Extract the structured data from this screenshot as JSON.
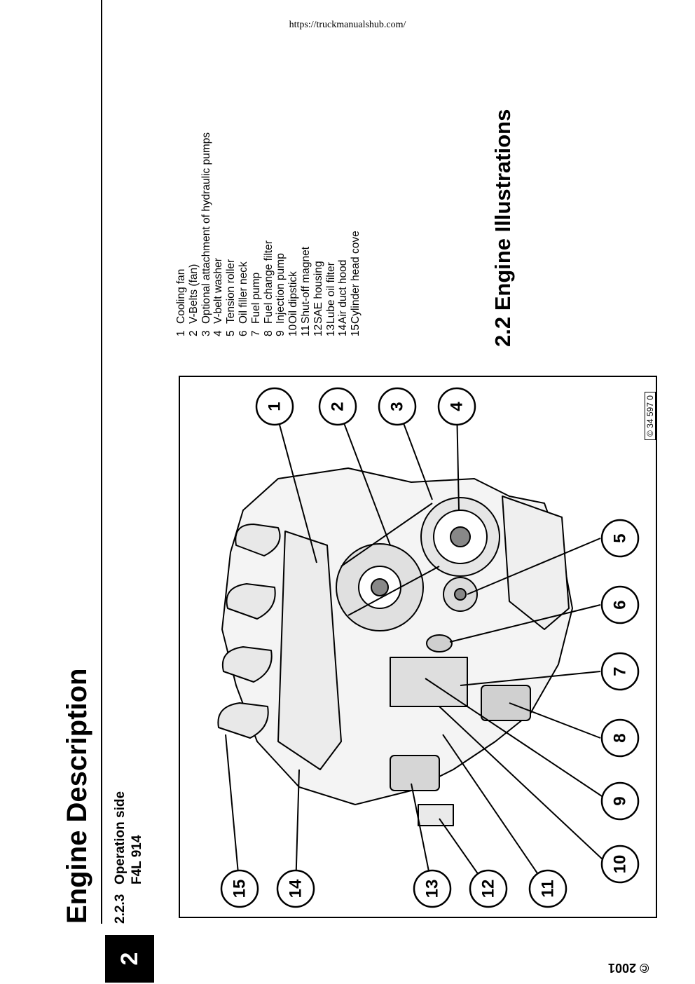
{
  "url": "https://truckmanualshub.com/",
  "section_title": "Engine Description",
  "chapter_title": "2.2  Engine  Illustrations",
  "subsection": {
    "number": "2.2.3",
    "title": "Operation side",
    "model": "F4L 914"
  },
  "chapter_badge": "2",
  "copyright": "© 2001",
  "figure_id": "© 34 597  0",
  "legend": [
    {
      "num": "1",
      "text": "Cooling fan"
    },
    {
      "num": "2",
      "text": "V-Belts  (fan)"
    },
    {
      "num": "3",
      "text": "Optional  attachment of hydraulic pumps"
    },
    {
      "num": "4",
      "text": "V-belt  washer"
    },
    {
      "num": "5",
      "text": "Tension roller"
    },
    {
      "num": "6",
      "text": "Oil filler neck"
    },
    {
      "num": "7",
      "text": "Fuel pump"
    },
    {
      "num": "8",
      "text": "Fuel change filter"
    },
    {
      "num": "9",
      "text": "Injection pump"
    },
    {
      "num": "10",
      "text": "Oil dipstick"
    },
    {
      "num": "11",
      "text": "Shut-off  magnet"
    },
    {
      "num": "12",
      "text": "SAE housing"
    },
    {
      "num": "13",
      "text": "Lube oil filter"
    },
    {
      "num": "14",
      "text": "Air duct hood"
    },
    {
      "num": "15",
      "text": "Cylinder head cove"
    }
  ],
  "callouts": [
    "1",
    "2",
    "3",
    "4",
    "5",
    "6",
    "7",
    "8",
    "9",
    "10",
    "11",
    "12",
    "13",
    "14",
    "15"
  ]
}
